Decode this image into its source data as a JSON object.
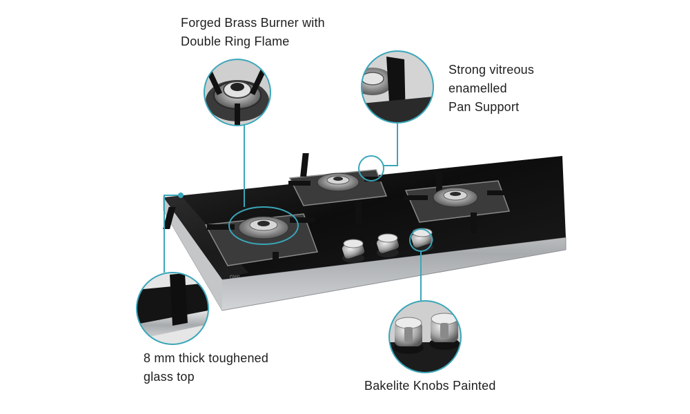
{
  "product": {
    "brand_mark": "Glen"
  },
  "callouts": {
    "burner": {
      "lines": [
        "Forged Brass Burner with",
        "Double Ring Flame"
      ]
    },
    "pan_support": {
      "lines": [
        "Strong vitreous",
        "enamelled",
        "Pan Support"
      ]
    },
    "glass_top": {
      "lines": [
        "8 mm thick toughened",
        "glass top"
      ]
    },
    "knobs": {
      "lines": [
        "Bakelite Knobs Painted"
      ]
    }
  },
  "colors": {
    "highlight": "#3aa6b9",
    "glass": "#141414",
    "steel": "#b9bcbf"
  }
}
